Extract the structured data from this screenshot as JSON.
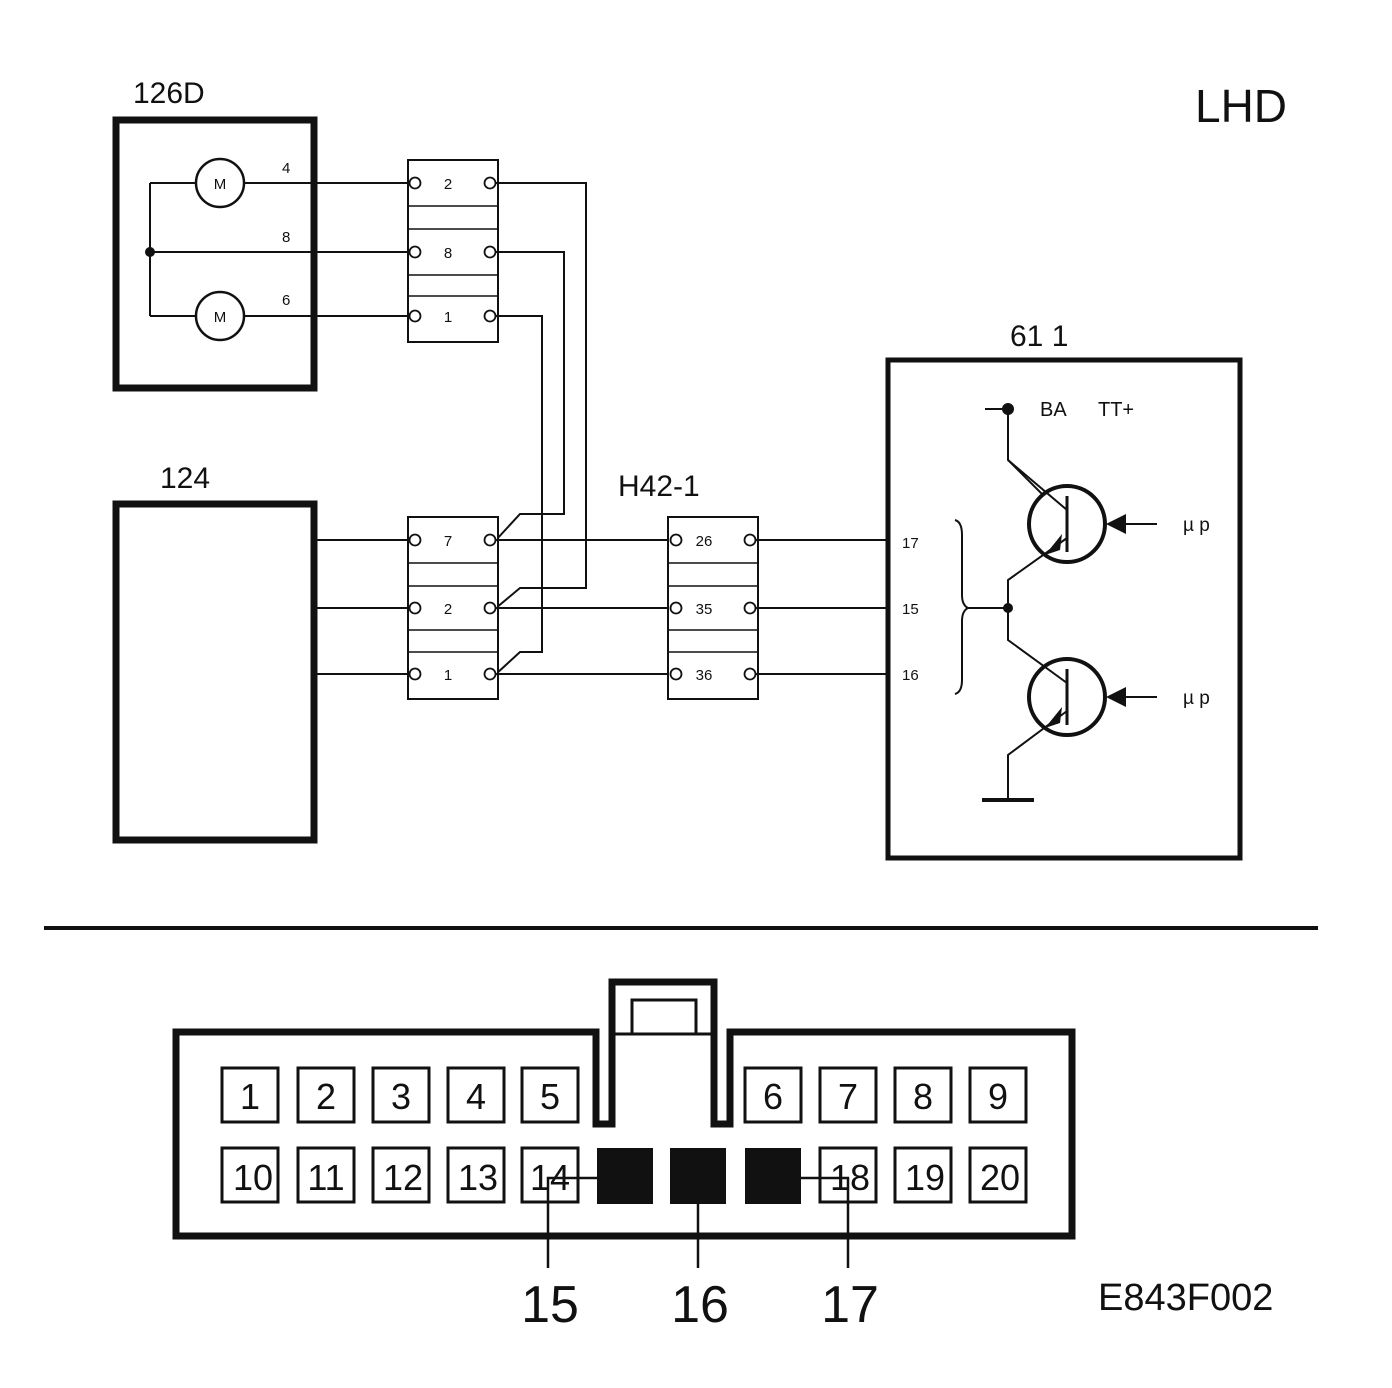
{
  "header": {
    "variant": "LHD",
    "figure_id": "E843F002"
  },
  "modules": {
    "m126d": {
      "title": "126D",
      "motor_symbol": "M",
      "pins": [
        "4",
        "8",
        "6"
      ]
    },
    "m124": {
      "title": "124"
    },
    "m61": {
      "title": "61 1",
      "supply_label": "BA",
      "supply_label_2": "TT+",
      "input_label": "µ p",
      "pins": [
        "17",
        "15",
        "16"
      ]
    }
  },
  "connectors": {
    "upper": {
      "pins": [
        "2",
        "8",
        "1"
      ]
    },
    "lower": {
      "pins": [
        "7",
        "2",
        "1"
      ]
    },
    "h42": {
      "title": "H42-1",
      "pins": [
        "26",
        "35",
        "36"
      ]
    }
  },
  "plug_face": {
    "top_row": [
      "1",
      "2",
      "3",
      "4",
      "5",
      "6",
      "7",
      "8",
      "9"
    ],
    "bottom_row": [
      "10",
      "11",
      "12",
      "13",
      "14",
      "18",
      "19",
      "20"
    ],
    "callouts": [
      "15",
      "16",
      "17"
    ]
  },
  "colors": {
    "ink": "#111111",
    "paper": "#ffffff"
  }
}
